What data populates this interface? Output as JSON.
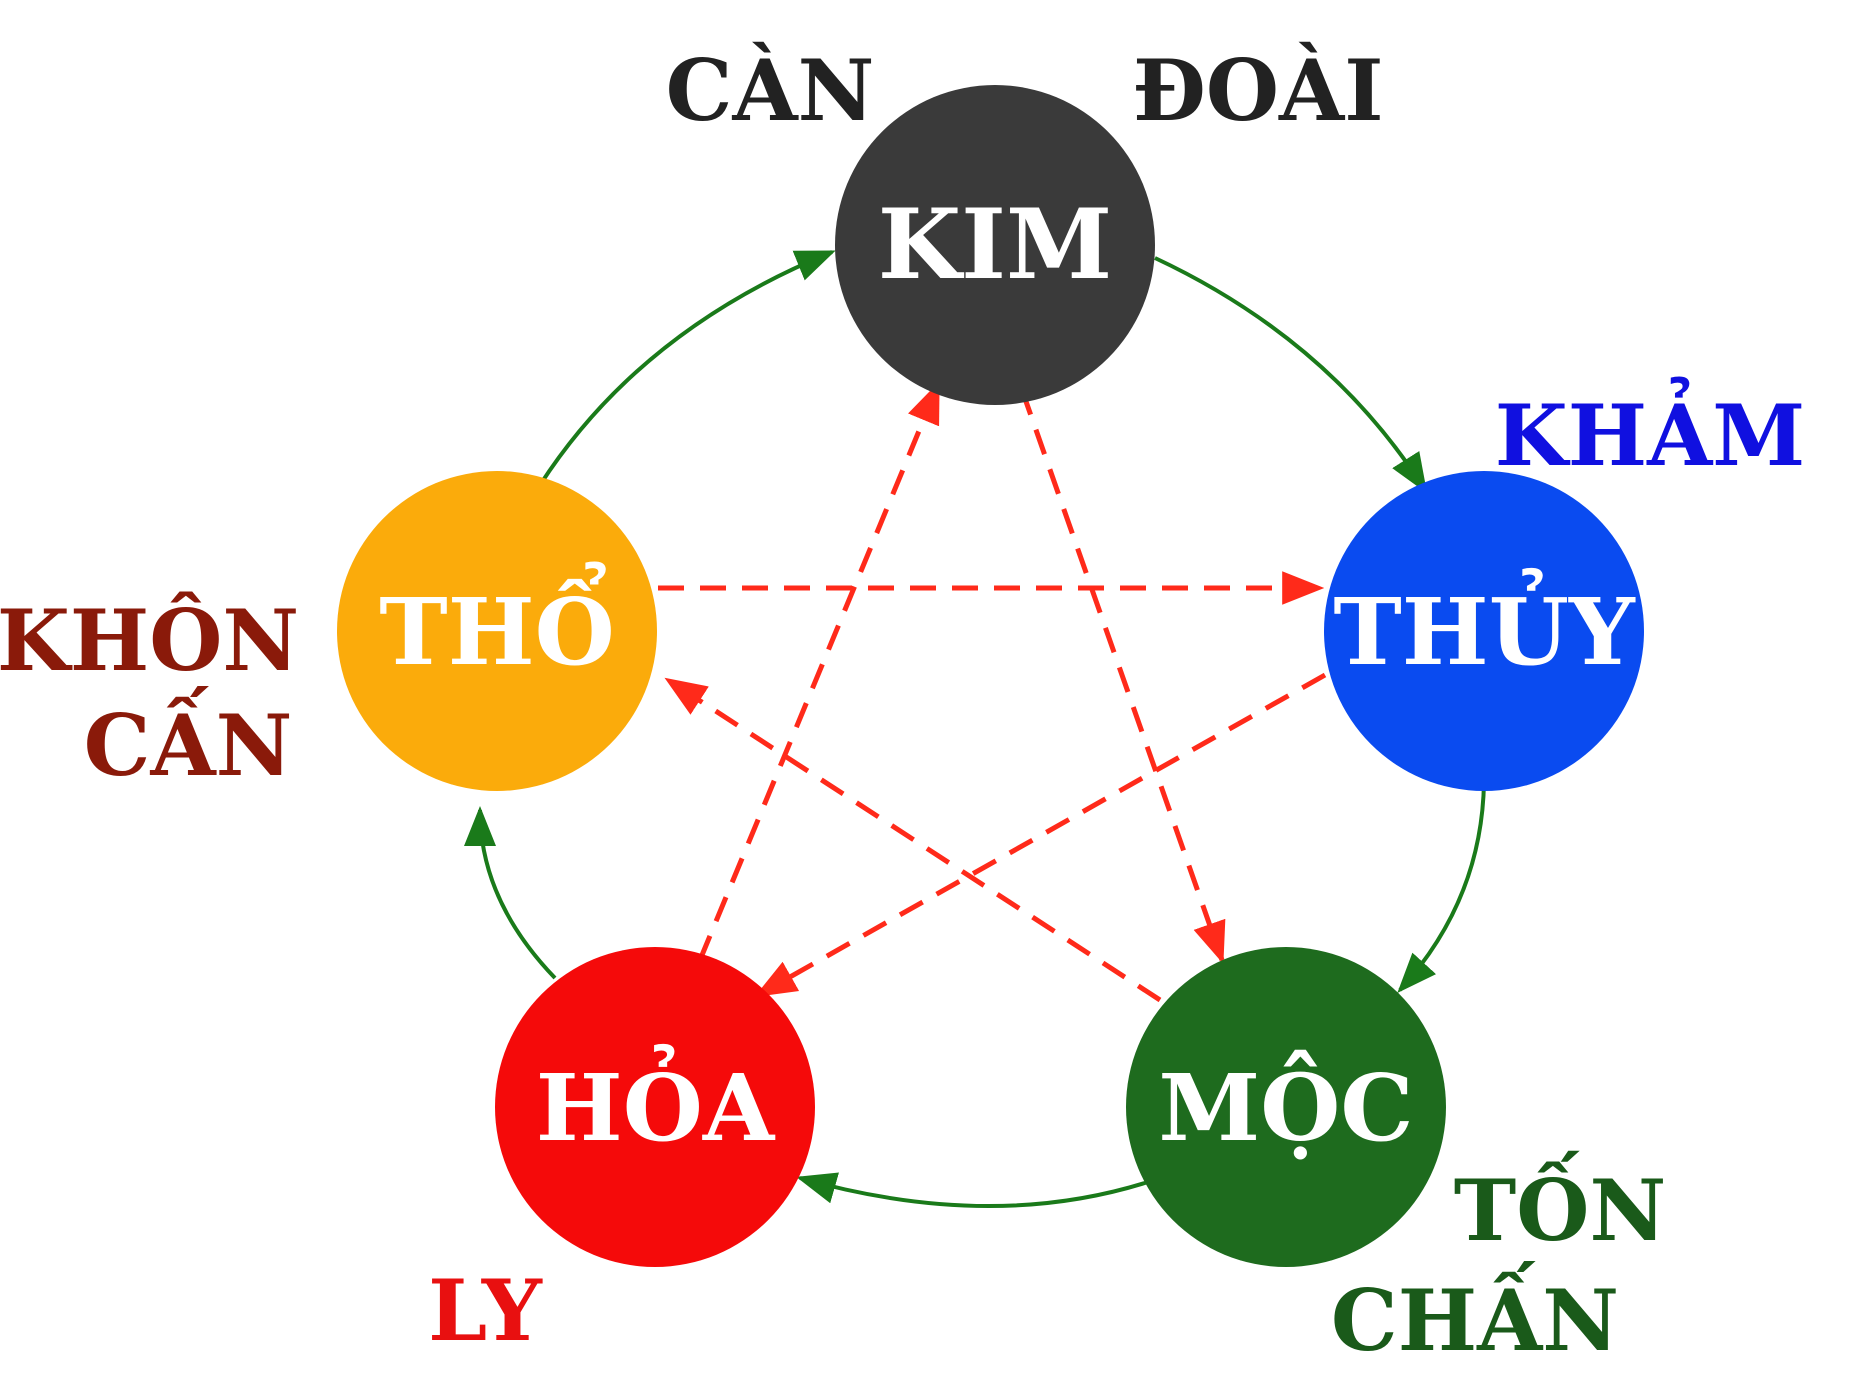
{
  "elements": [
    {
      "id": "kim",
      "label": "KIM",
      "color": "#3a3a3a"
    },
    {
      "id": "thuy",
      "label": "THỦY",
      "color": "#0a4bf0"
    },
    {
      "id": "moc",
      "label": "MỘC",
      "color": "#1e6b1e"
    },
    {
      "id": "hoa",
      "label": "HỎA",
      "color": "#f50a0a"
    },
    {
      "id": "tho",
      "label": "THỔ",
      "color": "#fbab0b"
    }
  ],
  "trigrams": [
    {
      "id": "can-kim",
      "text": "CÀN",
      "color": "#222222"
    },
    {
      "id": "doai",
      "text": "ĐOÀI",
      "color": "#222222"
    },
    {
      "id": "kham",
      "text": "KHẢM",
      "color": "#1010e0"
    },
    {
      "id": "khon",
      "text": "KHÔN",
      "color": "#8a1a0a"
    },
    {
      "id": "can-tho",
      "text": "CẤN",
      "color": "#8a1a0a"
    },
    {
      "id": "ly",
      "text": "LY",
      "color": "#e81010"
    },
    {
      "id": "ton",
      "text": "TỐN",
      "color": "#1a5a1a"
    },
    {
      "id": "chan",
      "text": "CHẤN",
      "color": "#1a5a1a"
    }
  ],
  "colors": {
    "generating_cycle": "#1a7a1a",
    "controlling_cycle": "#ff2a1a",
    "element_text": "#ffffff"
  }
}
